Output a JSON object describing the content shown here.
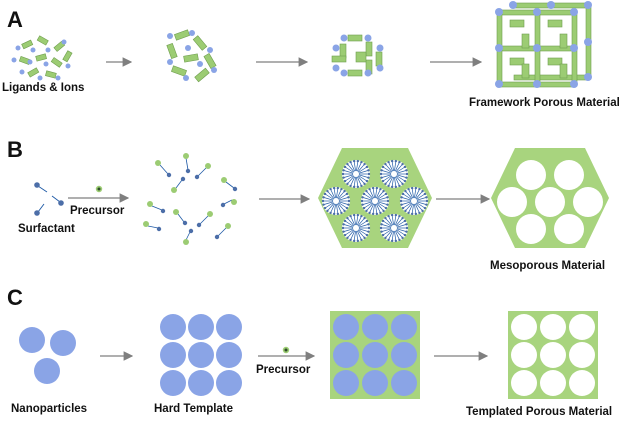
{
  "rows": [
    {
      "letter": "A",
      "labels": {
        "start": "Ligands & Ions",
        "end": "Framework Porous Material"
      }
    },
    {
      "letter": "B",
      "labels": {
        "start": "Surfactant",
        "reagent": "Precursor",
        "end": "Mesoporous Material"
      }
    },
    {
      "letter": "C",
      "labels": {
        "start": "Nanoparticles",
        "mid": "Hard Template",
        "reagent": "Precursor",
        "end": "Templated Porous Material"
      }
    }
  ],
  "colors": {
    "ligand": "#9ccc73",
    "ion": "#8aa4e6",
    "matrix": "#a8d47e",
    "sphere": "#8aa4e6",
    "arrow": "#7f7f7f",
    "surfactant_tail": "#1f5aa6",
    "precursor": "#9ccc73"
  }
}
